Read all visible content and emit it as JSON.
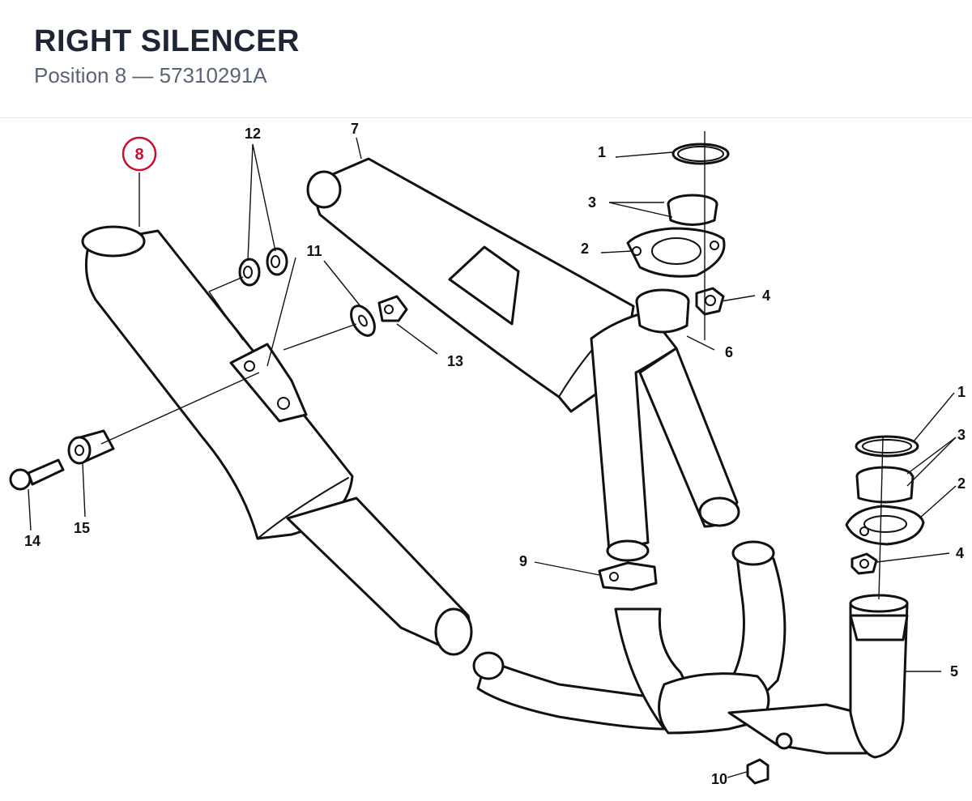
{
  "header": {
    "title": "RIGHT SILENCER",
    "subtitle": "Position 8 — 57310291A"
  },
  "highlight": {
    "label": "8",
    "color": "#c8102e"
  },
  "callouts": {
    "c1a": "1",
    "c1b": "1",
    "c2a": "2",
    "c2b": "2",
    "c3a": "3",
    "c3b": "3",
    "c4a": "4",
    "c4b": "4",
    "c5": "5",
    "c6": "6",
    "c7": "7",
    "c9": "9",
    "c10": "10",
    "c11": "11",
    "c12": "12",
    "c13": "13",
    "c14": "14",
    "c15": "15"
  }
}
